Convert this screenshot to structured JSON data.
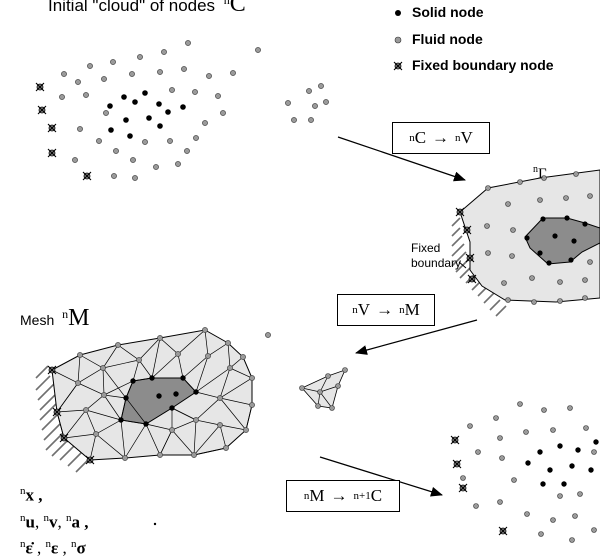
{
  "title": {
    "prefix": "Initial \"cloud\" of nodes",
    "sup": "n",
    "symbol": "C"
  },
  "legend": [
    {
      "label": "Solid node",
      "kind": "solid"
    },
    {
      "label": "Fluid node",
      "kind": "fluid"
    },
    {
      "label": "Fixed boundary node",
      "kind": "fixed"
    }
  ],
  "steps": [
    {
      "from_sup": "n",
      "from": "C",
      "arrow": "→",
      "to_sup": "n",
      "to": "V"
    },
    {
      "from_sup": "n",
      "from": "V",
      "arrow": "→",
      "to_sup": "n",
      "to": "M"
    },
    {
      "from_sup": "n",
      "from": "M",
      "arrow": "→",
      "to_sup": "n+1",
      "to": "C"
    }
  ],
  "gamma": {
    "sup": "n",
    "symbol": "Γ"
  },
  "fixed_boundary": {
    "line1": "Fixed",
    "line2": "boundary"
  },
  "mesh_label": {
    "prefix": "Mesh",
    "sup": "n",
    "symbol": "M"
  },
  "state_vars": {
    "line1": "x ,",
    "line2_u": "u",
    "line2_v": "v",
    "line2_a": "a ,",
    "line3_edot": "ε̇",
    "line3_e": "ε",
    "line3_s": "σ",
    "sup": "n"
  },
  "colors": {
    "solid": "#000000",
    "fluid": "#9a9a9a",
    "domain": "#e6e6e6",
    "solid_region": "#8c8c8c",
    "hatch": "#707070"
  }
}
